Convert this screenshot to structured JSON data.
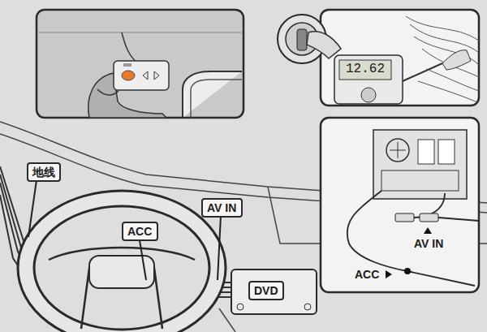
{
  "diagram": {
    "nodes": [
      {
        "text": [
          "地线"
        ]
      },
      {
        "text": [
          "ACC"
        ]
      },
      {
        "text": [
          "AV IN"
        ]
      },
      {
        "text": [
          "DVD"
        ]
      }
    ],
    "labels": [
      "12.62",
      "AV IN",
      "ACC"
    ]
  }
}
